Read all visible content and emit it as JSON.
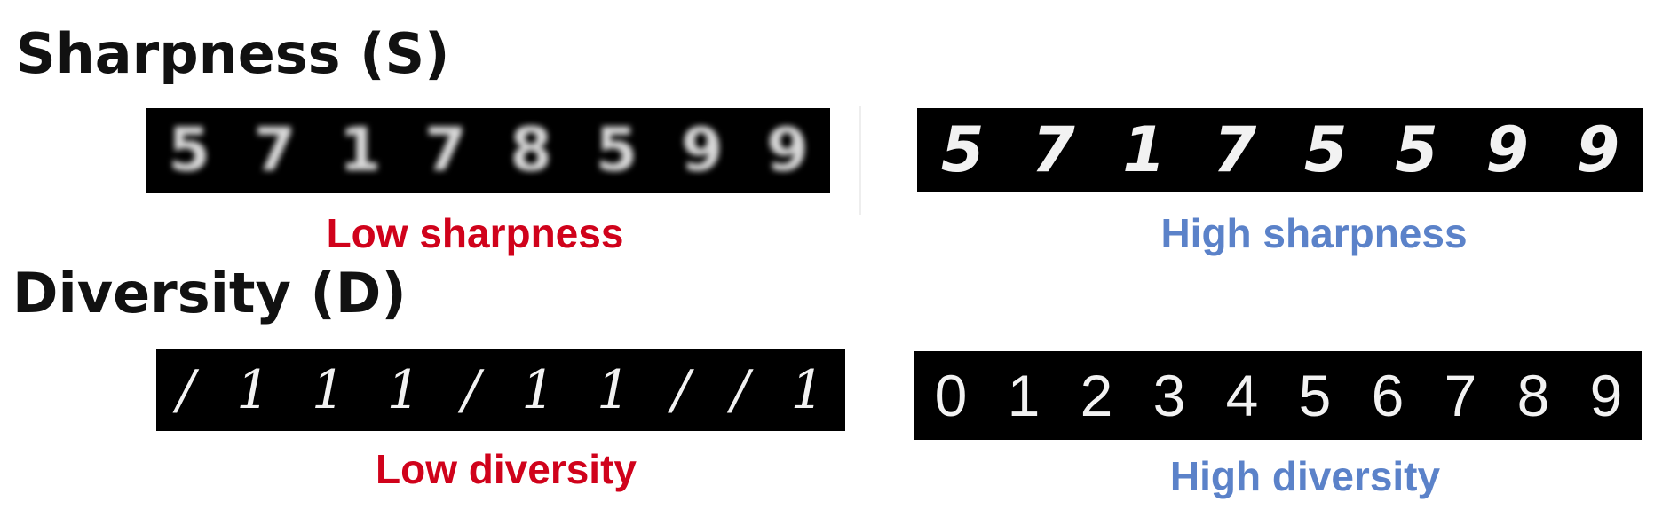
{
  "colors": {
    "low": "#d0021b",
    "high": "#5b82c9",
    "title": "#111111"
  },
  "sharpness": {
    "title": "Sharpness (S)",
    "low": {
      "digits": [
        "5",
        "7",
        "1",
        "7",
        "8",
        "5",
        "9",
        "9"
      ],
      "caption": "Low sharpness"
    },
    "high": {
      "digits": [
        "5",
        "7",
        "1",
        "7",
        "5",
        "5",
        "9",
        "9"
      ],
      "caption": "High sharpness"
    }
  },
  "diversity": {
    "title": "Diversity (D)",
    "low": {
      "digits": [
        "/",
        "1",
        "1",
        "1",
        "/",
        "1",
        "1",
        "/",
        "/",
        "1"
      ],
      "caption": "Low diversity"
    },
    "high": {
      "digits": [
        "0",
        "1",
        "2",
        "3",
        "4",
        "5",
        "6",
        "7",
        "8",
        "9"
      ],
      "caption": "High diversity"
    }
  }
}
